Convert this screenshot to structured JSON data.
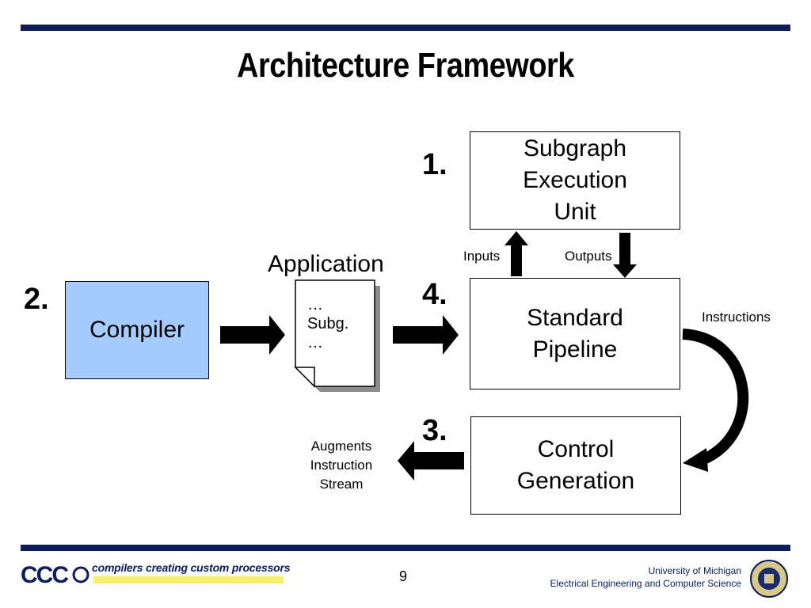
{
  "title": "Architecture Framework",
  "boxes": {
    "subgraph": "Subgraph\nExecution\nUnit",
    "pipeline": "Standard\nPipeline",
    "control": "Control\nGeneration",
    "compiler": "Compiler"
  },
  "steps": {
    "one": "1.",
    "two": "2.",
    "three": "3.",
    "four": "4."
  },
  "labels": {
    "inputs": "Inputs",
    "outputs": "Outputs",
    "instructions": "Instructions",
    "augments": "Augments\nInstruction\nStream",
    "application": "Application"
  },
  "document": {
    "text": "…\nSubg.\n…"
  },
  "footer": {
    "logo_text": "CCC",
    "tagline": "compilers creating custom processors",
    "page_number": "9",
    "institution": "University of Michigan",
    "department": "Electrical Engineering and Computer Science"
  },
  "colors": {
    "rule": "#0c1c5c",
    "compiler_fill": "#a6ccff",
    "tagline_highlight": "#f5f06a"
  }
}
